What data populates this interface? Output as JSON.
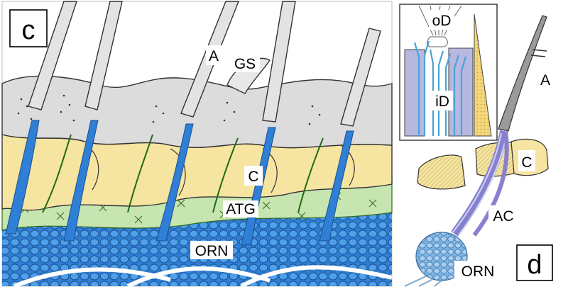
{
  "colors": {
    "sensilla": "#d9d9d9",
    "cuticle": "#f6e4a1",
    "accessory_cells": "#c6e5b0",
    "neurons": "#2f7fd6",
    "neuron_bodies": "#3b8fe0",
    "dendrite_line": "#1f6b14",
    "sheath": "#8a7fd0",
    "inset_bg": "#b7b8e0"
  },
  "panels": {
    "left": {
      "tag": "c"
    },
    "right": {
      "tag": "d"
    }
  },
  "labels": {
    "left": {
      "a": "A",
      "gs": "GS",
      "c": "C",
      "atg": "ATG",
      "orn": "ORN"
    },
    "right": {
      "od": "oD",
      "id": "iD",
      "a": "A",
      "c": "C",
      "ac": "AC",
      "orn": "ORN"
    }
  }
}
